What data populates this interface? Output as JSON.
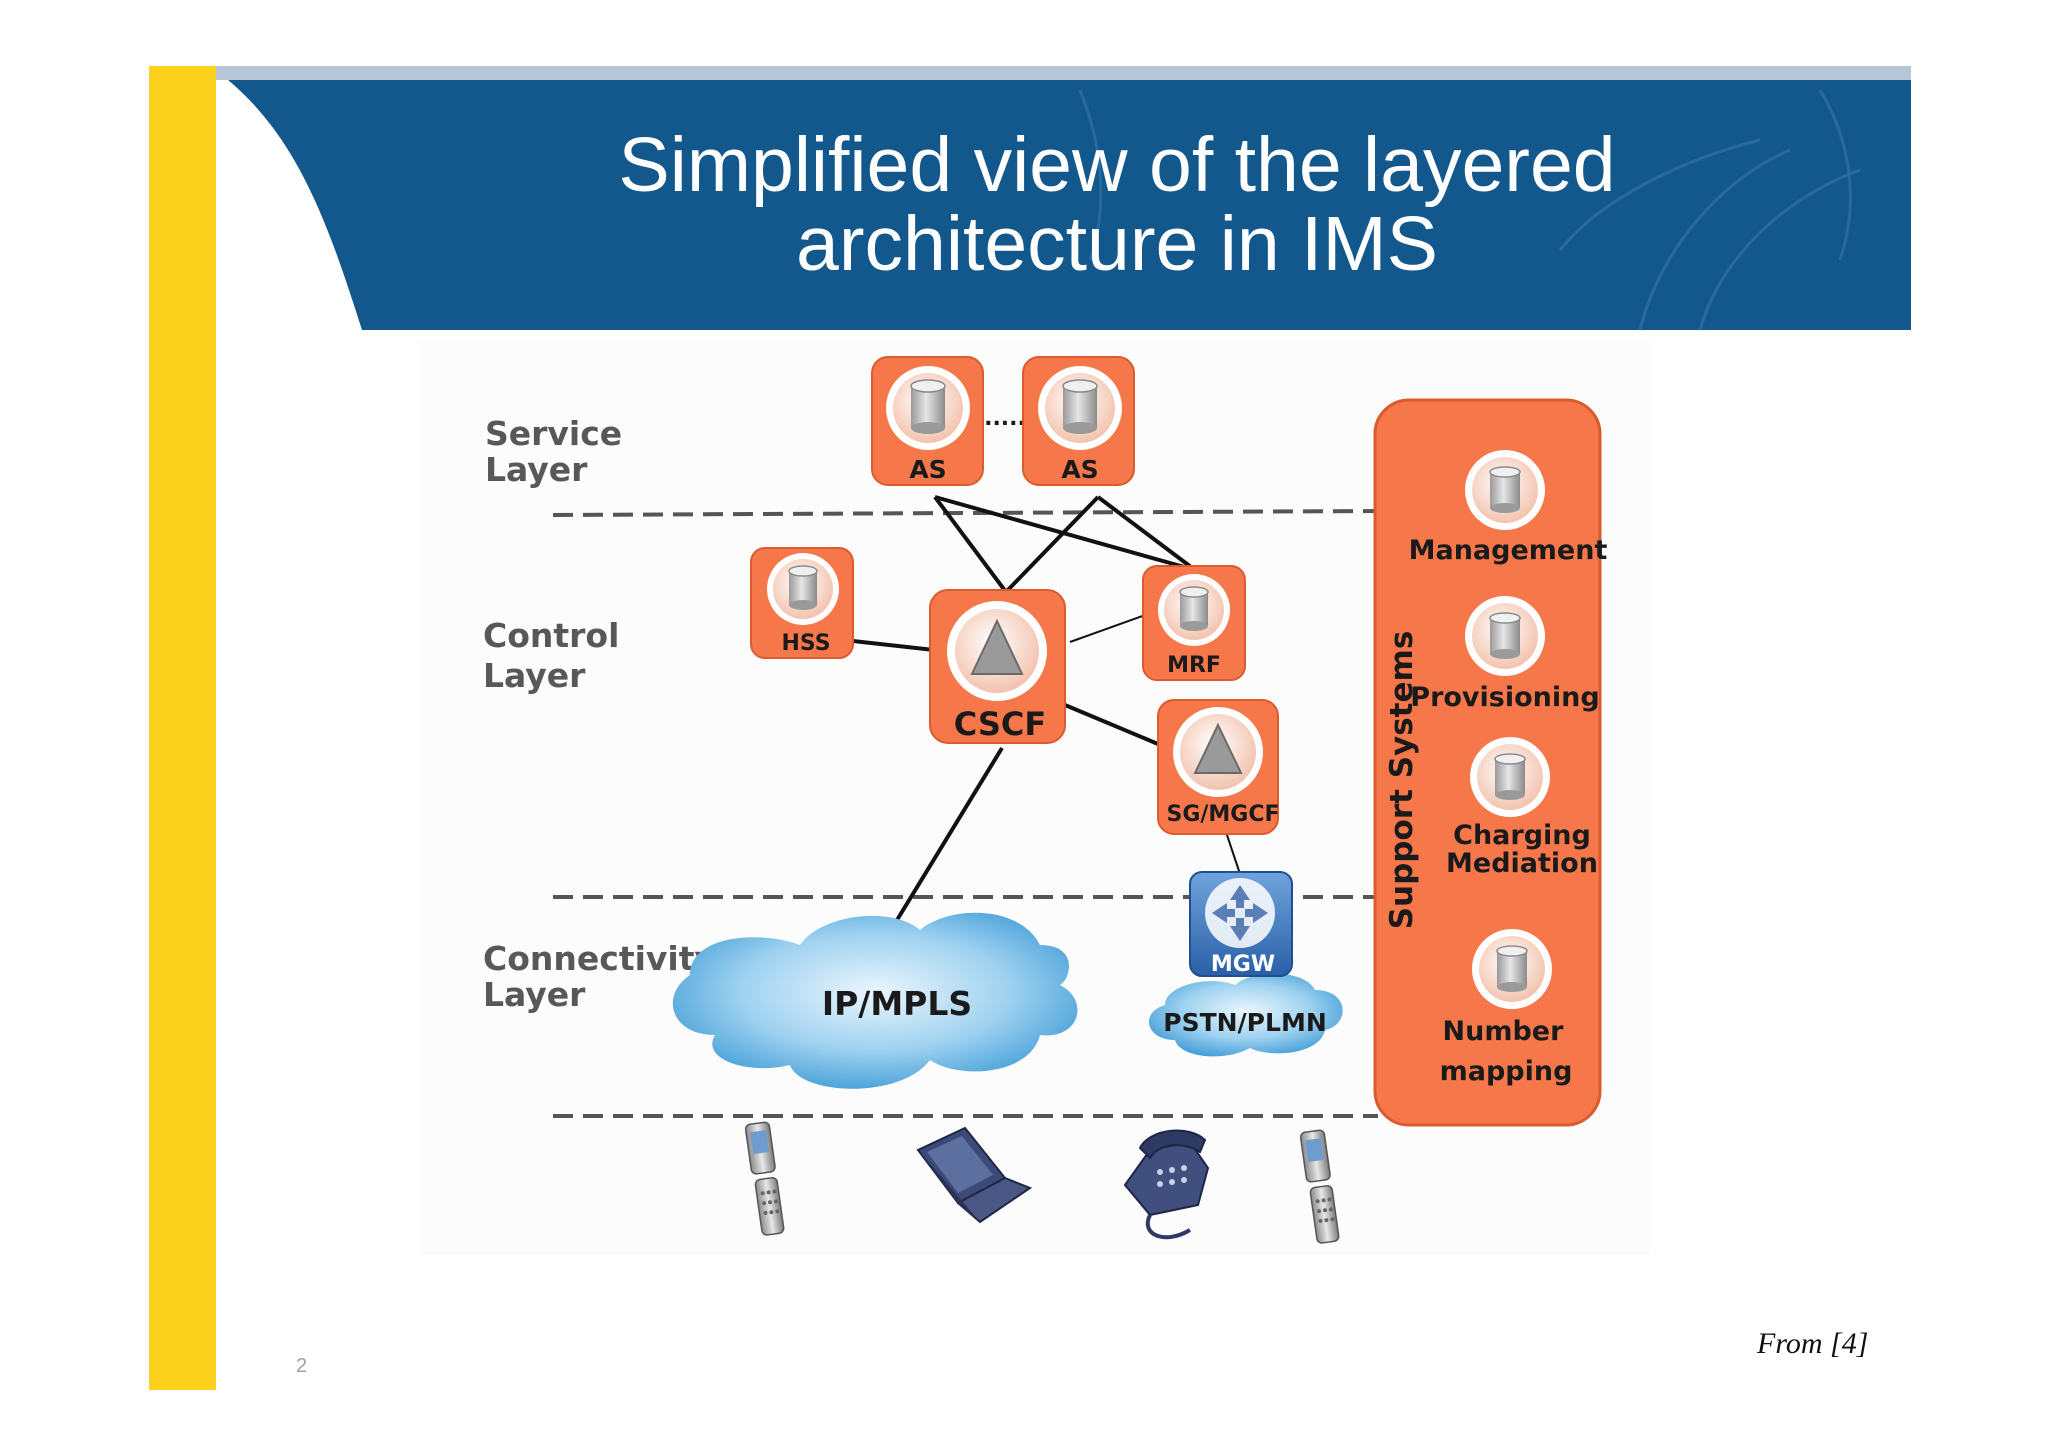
{
  "slide": {
    "title_line1": "Simplified view of the layered",
    "title_line2": "architecture in IMS",
    "page_number": "2",
    "source_note": "From [4]",
    "colors": {
      "header_blue": "#13588d",
      "header_top_stripe": "#b6c6d6",
      "side_bar_yellow": "#fcd21f",
      "node_orange": "#f6784a",
      "cloud_blue": "#5aaee0"
    }
  },
  "diagram": {
    "layers": {
      "service_1": "Service",
      "service_2": "Layer",
      "control_1": "Control",
      "control_2": "Layer",
      "connectivity_1": "Connectivity",
      "connectivity_2": "Layer"
    },
    "nodes": {
      "as_left": "AS",
      "as_right": "AS",
      "as_dots": ".....",
      "hss": "HSS",
      "cscf": "CSCF",
      "mrf": "MRF",
      "sg_mgcf": "SG/MGCF",
      "mgw": "MGW",
      "ip_mpls": "IP/MPLS",
      "pstn_plmn": "PSTN/PLMN"
    },
    "support_systems": {
      "title": "Support Systems",
      "management": "Management",
      "provisioning": "Provisioning",
      "charging_1": "Charging",
      "charging_2": "Mediation",
      "number_1": "Number",
      "number_2": "mapping"
    },
    "devices": [
      "mobile-phone-icon",
      "laptop-icon",
      "desk-phone-icon",
      "mobile-phone-icon"
    ]
  }
}
